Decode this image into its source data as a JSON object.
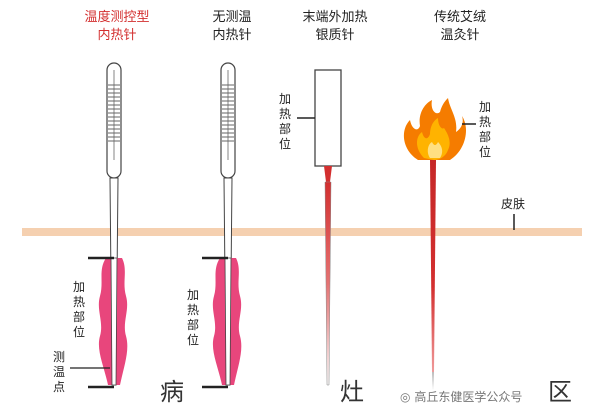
{
  "columns": [
    {
      "line1": "温度测控型",
      "line2": "内热针"
    },
    {
      "line1": "无测温",
      "line2": "内热针"
    },
    {
      "line1": "末端外加热",
      "line2": "银质针"
    },
    {
      "line1": "传统艾绒",
      "line2": "温灸针"
    }
  ],
  "heating_part": [
    "加",
    "热",
    "部",
    "位"
  ],
  "temp_point": [
    "测",
    "温",
    "点"
  ],
  "skin_label": "皮肤",
  "characters": [
    "病",
    "灶",
    "区"
  ],
  "watermark": "高丘东健医学公众号",
  "colors": {
    "skin": "#f5d0b0",
    "lesion": "#e8467c",
    "needle_red": "#d32f2f",
    "flame_outer": "#f57c00",
    "flame_inner": "#ffd54f"
  }
}
